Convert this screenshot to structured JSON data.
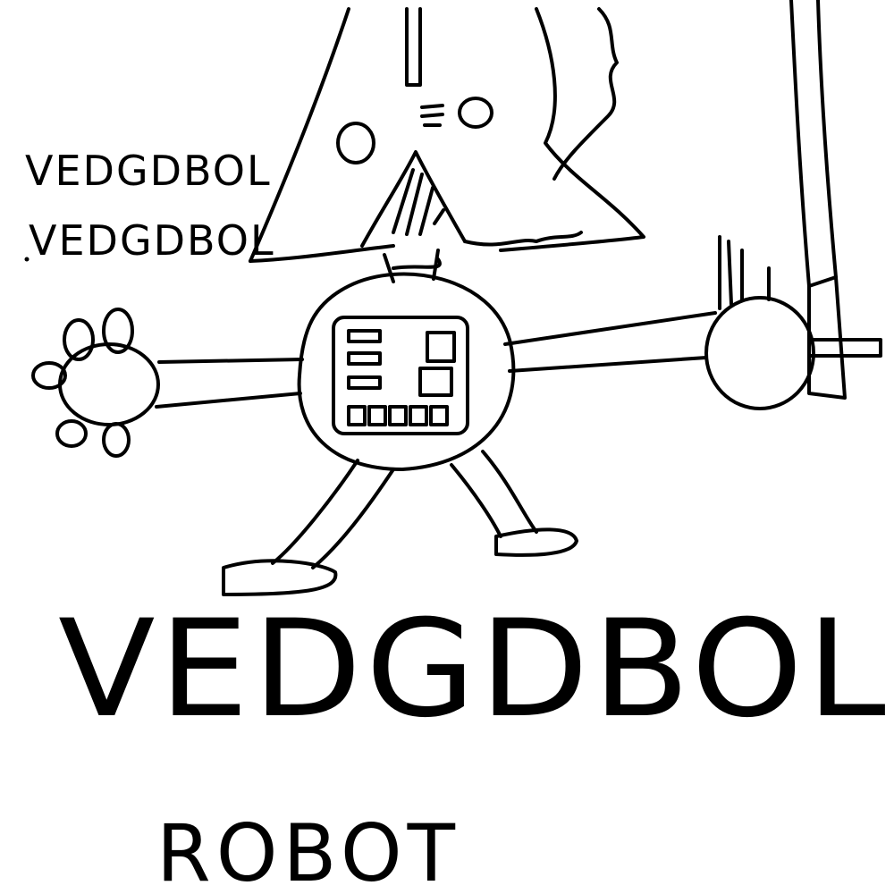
{
  "drawing": {
    "small_text_1": "VEDGDBOL",
    "small_text_2": "VEDGDBOL",
    "big_title": "VEDGDBOL",
    "caption": "ROBOT",
    "ink_color": "#000000",
    "background_color": "#ffffff"
  }
}
